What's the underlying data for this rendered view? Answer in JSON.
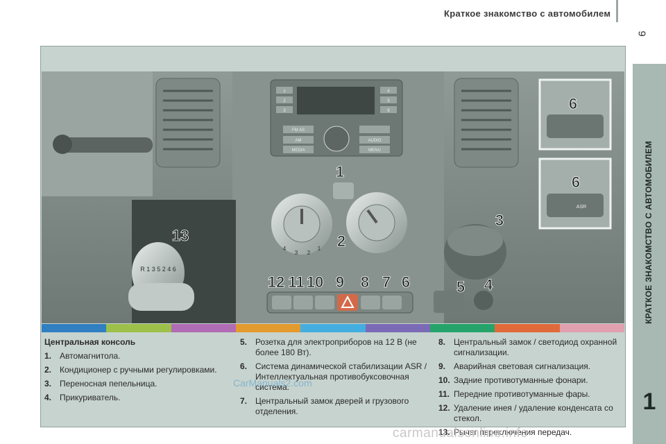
{
  "header": {
    "title": "Краткое знакомство с автомобилем",
    "page_number": "9"
  },
  "side_tab": {
    "label": "КРАТКОЕ ЗНАКОМСТВО С АВТОМОБИЛЕМ",
    "chapter": "1"
  },
  "photo": {
    "callouts": [
      "1",
      "2",
      "3",
      "4",
      "5",
      "6",
      "6",
      "6",
      "7",
      "8",
      "9",
      "10",
      "11",
      "12",
      "13"
    ],
    "radio": {
      "buttons": [
        "FM AS",
        "AM",
        "MEDIA",
        "AUDIO",
        "MENU"
      ],
      "presets": [
        "1",
        "2",
        "3",
        "4",
        "5",
        "6"
      ]
    },
    "dial_numbers": [
      "1",
      "2",
      "3",
      "4"
    ],
    "gear_pattern": "R 1 3 5 2 4 6",
    "insert_labels": [
      "ASR"
    ]
  },
  "stripe_colors": [
    "#2f7fc1",
    "#9cc04a",
    "#b06cb5",
    "#e39a2e",
    "#45aee0",
    "#7b6bb6",
    "#25a36b",
    "#e06a3a",
    "#e0a0b0"
  ],
  "legend": {
    "title": "Центральная консоль",
    "col1": [
      {
        "n": "1.",
        "t": "Автомагнитола."
      },
      {
        "n": "2.",
        "t": "Кондиционер с ручными регулировками."
      },
      {
        "n": "3.",
        "t": "Переносная пепельница."
      },
      {
        "n": "4.",
        "t": "Прикуриватель."
      }
    ],
    "col2": [
      {
        "n": "5.",
        "t": "Розетка для электроприборов на 12 В (не более 180 Вт)."
      },
      {
        "n": "6.",
        "t": "Система динамической стабилизации ASR / Интеллектуальная противобуксовочная система."
      },
      {
        "n": "7.",
        "t": "Центральный замок дверей и грузового отделения."
      }
    ],
    "col3": [
      {
        "n": "8.",
        "t": "Центральный замок / светодиод охранной сигнализации."
      },
      {
        "n": "9.",
        "t": "Аварийная световая сигнализация."
      },
      {
        "n": "10.",
        "t": "Задние противотуманные фонари."
      },
      {
        "n": "11.",
        "t": "Передние противотуманные фары."
      },
      {
        "n": "12.",
        "t": "Удаление инея / удаление конденсата со стекол."
      },
      {
        "n": "13.",
        "t": "Рычаг переключения передач."
      }
    ]
  },
  "watermark": "CarManuals2.com",
  "footer_watermark": "carmanualsonline.info"
}
